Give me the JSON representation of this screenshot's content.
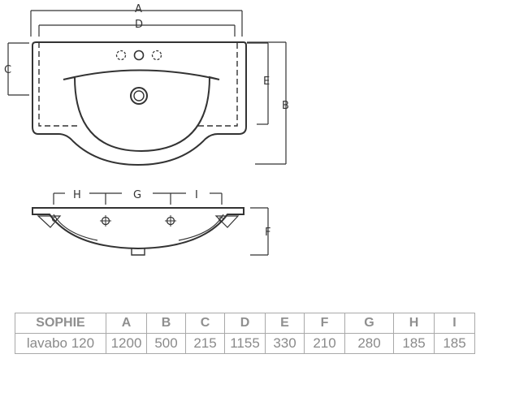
{
  "diagram": {
    "top_view_labels": {
      "a": "A",
      "d": "D",
      "c": "C",
      "e": "E",
      "b": "B"
    },
    "front_view_labels": {
      "h": "H",
      "g": "G",
      "i": "I",
      "f": "F"
    },
    "colors": {
      "line": "#333333",
      "table_text": "#8a8a8a",
      "table_border": "#a9a9a9"
    }
  },
  "table": {
    "headers": [
      "SOPHIE",
      "A",
      "B",
      "C",
      "D",
      "E",
      "F",
      "G",
      "H",
      "I"
    ],
    "rows": [
      [
        "lavabo 120",
        "1200",
        "500",
        "215",
        "1155",
        "330",
        "210",
        "280",
        "185",
        "185"
      ]
    ]
  }
}
